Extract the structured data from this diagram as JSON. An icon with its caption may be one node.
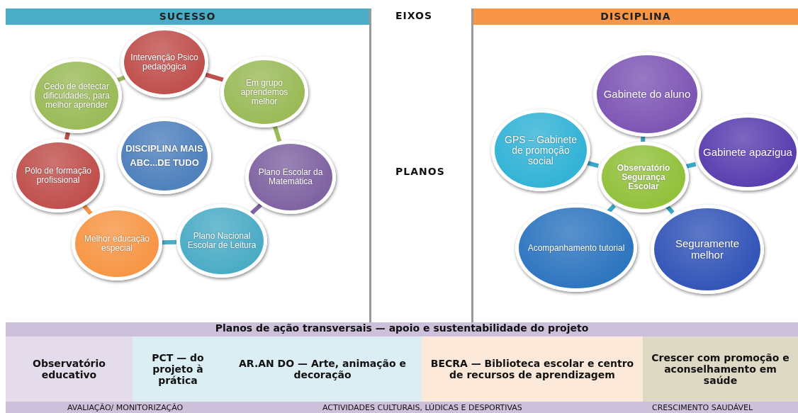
{
  "diagram": {
    "nodes": [
      {
        "text": [
          "SUCESSO"
        ]
      },
      {
        "text": [
          "Intervenção Psico pedagógica"
        ],
        "in": 0
      },
      {
        "text": [
          "Em grupo aprendemos melhor"
        ],
        "in": 0
      },
      {
        "text": [
          "Cedo de detectar dificuldades, para melhor aprender"
        ],
        "in": 0
      },
      {
        "text": [
          "DISCIPLINA MAIS",
          "ABC...DE TUDO"
        ],
        "in": 0
      },
      {
        "text": [
          "Pólo de formação profissional"
        ],
        "in": 0
      },
      {
        "text": [
          "Plano Escolar da Matemática"
        ],
        "in": 0
      },
      {
        "text": [
          "Melhor educação especial"
        ],
        "in": 0
      },
      {
        "text": [
          "Plano Nacional Escolar de Leitura"
        ],
        "in": 0
      },
      {
        "text": [
          "DISCIPLINA"
        ]
      },
      {
        "text": [
          "Gabinete do aluno"
        ],
        "in": 9
      },
      {
        "text": [
          "GPS – Gabinete de promoção social"
        ],
        "in": 9
      },
      {
        "text": [
          "Gabinete apazigua"
        ],
        "in": 9
      },
      {
        "text": [
          "Observatório Segurança Escolar"
        ],
        "in": 9
      },
      {
        "text": [
          "Acompanhamento tutorial"
        ],
        "in": 9
      },
      {
        "text": [
          "Seguramente melhor"
        ],
        "in": 9
      },
      {
        "text": [
          "Planos de ação transversais — apoio e sustentabilidade do projeto"
        ]
      },
      {
        "text": [
          "Observatório educativo"
        ],
        "in": 16
      },
      {
        "text": [
          "PCT — do projeto à prática"
        ],
        "in": 16
      },
      {
        "text": [
          "AR.AN DO — Arte, animação e decoração"
        ],
        "in": 16
      },
      {
        "text": [
          "BECRA — Biblioteca escolar e centro de recursos de aprendizagem"
        ],
        "in": 16
      },
      {
        "text": [
          "Crescer com promoção e aconselhamento em saúde"
        ],
        "in": 16
      }
    ],
    "edges": [
      {
        "from": 1,
        "to": 2,
        "arrow": "none",
        "color": "#c0504d"
      },
      {
        "from": 2,
        "to": 6,
        "arrow": "none",
        "color": "#9bbb59"
      },
      {
        "from": 6,
        "to": 8,
        "arrow": "none",
        "color": "#8064a2"
      },
      {
        "from": 8,
        "to": 7,
        "arrow": "none",
        "color": "#4bacc6"
      },
      {
        "from": 7,
        "to": 5,
        "arrow": "none",
        "color": "#f79646"
      },
      {
        "from": 5,
        "to": 3,
        "arrow": "none",
        "color": "#c0504d"
      },
      {
        "from": 3,
        "to": 1,
        "arrow": "none",
        "color": "#9bbb59"
      },
      {
        "from": 13,
        "to": 10,
        "arrow": "none"
      },
      {
        "from": 13,
        "to": 11,
        "arrow": "none"
      },
      {
        "from": 13,
        "to": 12,
        "arrow": "none"
      },
      {
        "from": 13,
        "to": 14,
        "arrow": "none"
      },
      {
        "from": 13,
        "to": 15,
        "arrow": "none"
      }
    ],
    "labels": [
      "EIXOS",
      "PLANOS",
      "AVALIAÇÃO/ MONITORIZAÇÃO",
      "ACTIVIDADES CULTURAIS, LÚDICAS E DESPORTIVAS",
      "CRESCIMENTO SAUDÁVEL"
    ]
  }
}
